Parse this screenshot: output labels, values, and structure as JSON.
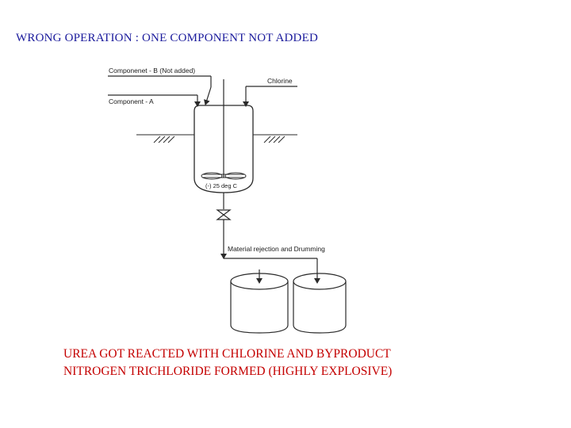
{
  "title": "WRONG OPERATION : ONE COMPONENT NOT ADDED",
  "diagram": {
    "labels": {
      "component_b": "Componenet - B (Not added)",
      "component_a": "Component - A",
      "chlorine": "Chlorine",
      "temperature": "(-) 25 deg C",
      "rejection": "Material rejection and Drumming"
    }
  },
  "caption": {
    "line1": "UREA GOT REACTED WITH CHLORINE AND BYPRODUCT",
    "line2": "NITROGEN TRICHLORIDE FORMED (HIGHLY EXPLOSIVE)"
  },
  "colors": {
    "title": "#1a1a9c",
    "caption": "#c40000",
    "line": "#2a2a2a"
  }
}
